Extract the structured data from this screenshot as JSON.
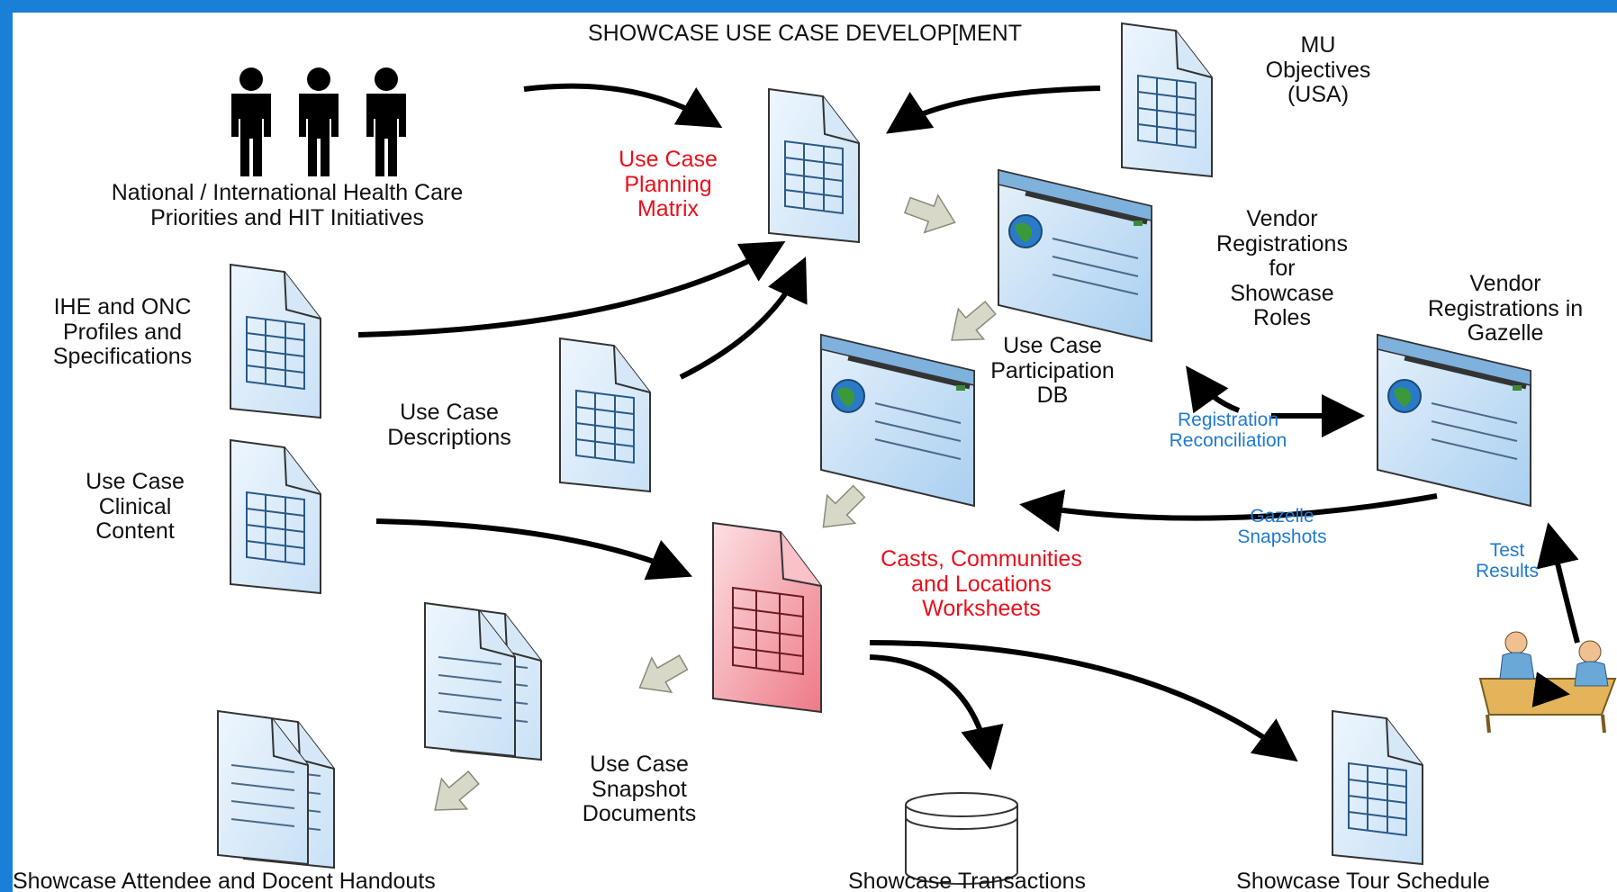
{
  "title": "SHOWCASE USE CASE DEVELOP[MENT",
  "colors": {
    "frame": "#1a7fd6",
    "doc_fill": "#d8ebfa",
    "doc_stroke": "#333333",
    "highlight_doc_fill": "#f4939c",
    "red_text": "#e8101c",
    "blue_text": "#1f7ad0",
    "block_arrow": "#d8d8c8"
  },
  "labels": {
    "national": "National / International Health Care\nPriorities and HIT Initiatives",
    "planning_matrix": "Use Case\nPlanning\nMatrix",
    "mu_objectives": "MU\nObjectives\n(USA)",
    "vendor_showcase": "Vendor\nRegistrations\nfor\nShowcase\nRoles",
    "vendor_gazelle": "Vendor\nRegistrations in\nGazelle",
    "ihe_onc": "IHE and ONC\nProfiles and\nSpecifications",
    "participation_db": "Use Case\nParticipation\nDB",
    "descriptions": "Use Case\nDescriptions",
    "clinical_content": "Use Case\nClinical\nContent",
    "registration_reconciliation": "Registration\nReconciliation",
    "gazelle_snapshots": "Gazelle\nSnapshots",
    "test_results": "Test\nResults",
    "worksheets": "Casts, Communities\nand Locations\nWorksheets",
    "snapshot_documents": "Use Case\nSnapshot\nDocuments",
    "handouts": "Showcase Attendee and Docent Handouts",
    "transactions": "Showcase Transactions",
    "tour_schedule": "Showcase Tour Schedule"
  },
  "icons": [
    "people-icon",
    "spreadsheet-document-icon",
    "web-page-icon",
    "database-icon",
    "meeting-icon",
    "text-document-icon"
  ]
}
